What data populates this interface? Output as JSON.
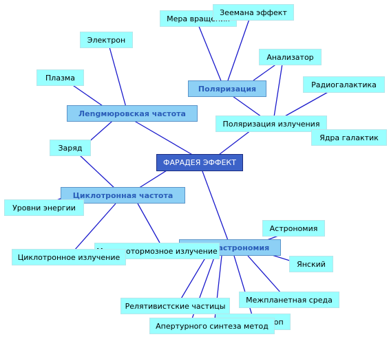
{
  "root": {
    "label": "ФАРАДЕЯ ЭФФЕКТ"
  },
  "hubs": [
    {
      "id": "h1",
      "label": "Лengмюровская частота"
    },
    {
      "id": "h2",
      "label": "Поляризация"
    },
    {
      "id": "h3",
      "label": "Циклотронная частота"
    },
    {
      "id": "h4",
      "label": "Радиоастрономия"
    }
  ],
  "leaves": [
    {
      "label": "Мера вращения"
    },
    {
      "label": "Зеемана эффект"
    },
    {
      "label": "Электрон"
    },
    {
      "label": "Анализатор"
    },
    {
      "label": "Плазма"
    },
    {
      "label": "Радиогалактика"
    },
    {
      "label": "Поляризация излучения"
    },
    {
      "label": "Ядра галактик"
    },
    {
      "label": "Заряд"
    },
    {
      "label": "Уровни энергии"
    },
    {
      "label": "Астрономия"
    },
    {
      "label": "Магнитотормозное излучение"
    },
    {
      "label": "Циклотронное излучение"
    },
    {
      "label": "Янский"
    },
    {
      "label": "Межпланетная среда"
    },
    {
      "label": "Релятивистские частицы"
    },
    {
      "label": "Радиотелескоп"
    },
    {
      "label": "Апертурного синтеза метод"
    }
  ],
  "colors": {
    "edge": "#1a1acc",
    "leaf": "#99ffff",
    "hub": "#8dd0f5",
    "root": "#3c62c8"
  }
}
